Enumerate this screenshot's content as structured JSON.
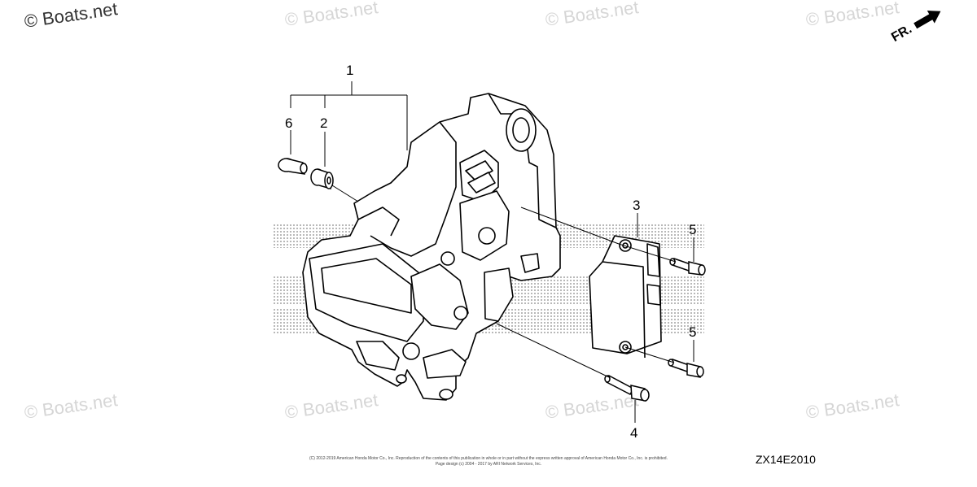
{
  "watermarks": {
    "main": "© Boats.net",
    "repeat": "© Boats.net"
  },
  "callouts": [
    "1",
    "2",
    "3",
    "4",
    "5",
    "5",
    "6"
  ],
  "diagram_code": "ZX14E2010",
  "copyright": {
    "line1": "(C) 2012-2019 American Honda Motor Co., Inc. Reproduction of the contents of this publication in whole or in part without the express written approval of American Honda Motor Co., Inc. is prohibited.",
    "line2": "Page design (c) 2004 - 2017 by ARI Network Services, Inc."
  },
  "front_indicator": "FR.",
  "colors": {
    "line": "#000000",
    "halftone": "#b8b8b8",
    "watermark": "#d6d6d6"
  }
}
